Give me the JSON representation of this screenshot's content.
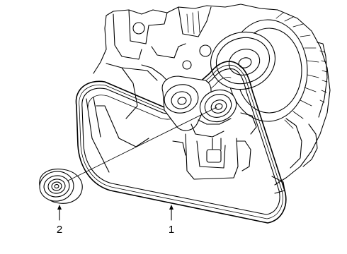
{
  "callouts": [
    {
      "number": "1",
      "part": "serpentine-belt"
    },
    {
      "number": "2",
      "part": "idler-pulley"
    }
  ]
}
